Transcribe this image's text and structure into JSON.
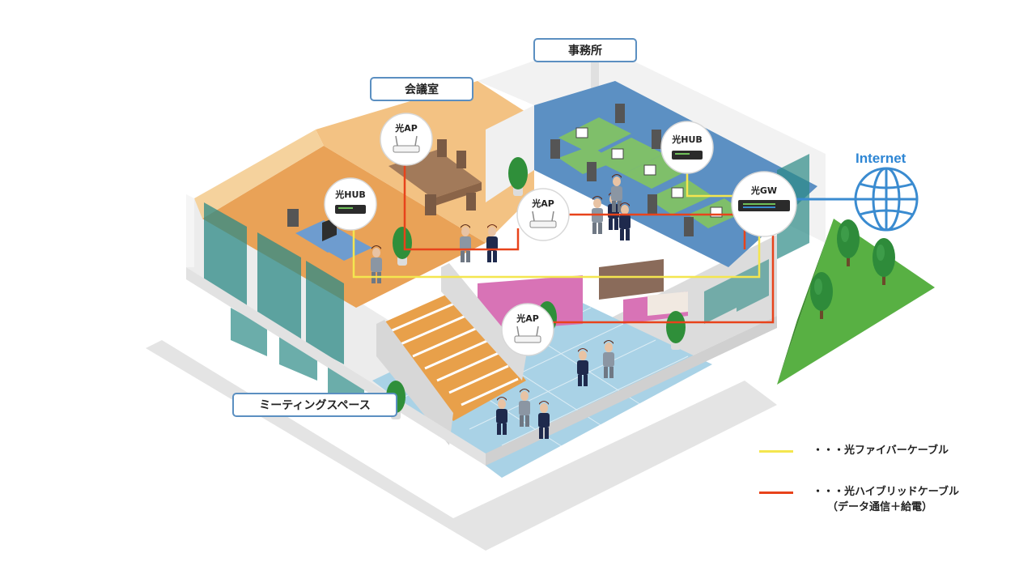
{
  "rooms": {
    "office": "事務所",
    "conference": "会議室",
    "meeting_space": "ミーティングスペース"
  },
  "devices": {
    "hub_left": "光HUB",
    "hub_right": "光HUB",
    "ap_conference": "光AP",
    "ap_middle": "光AP",
    "ap_meeting": "光AP",
    "gateway": "光GW"
  },
  "internet": "Internet",
  "legend": {
    "fiber_label": "・・・光ファイバーケーブル",
    "hybrid_label_1": "・・・光ハイブリッドケーブル",
    "hybrid_label_2": "（データ通信＋給電）"
  },
  "colors": {
    "fiber": "#f4e64f",
    "hybrid": "#e8431b",
    "internet": "#3a8bd0",
    "label_border": "#5b8fc1"
  }
}
